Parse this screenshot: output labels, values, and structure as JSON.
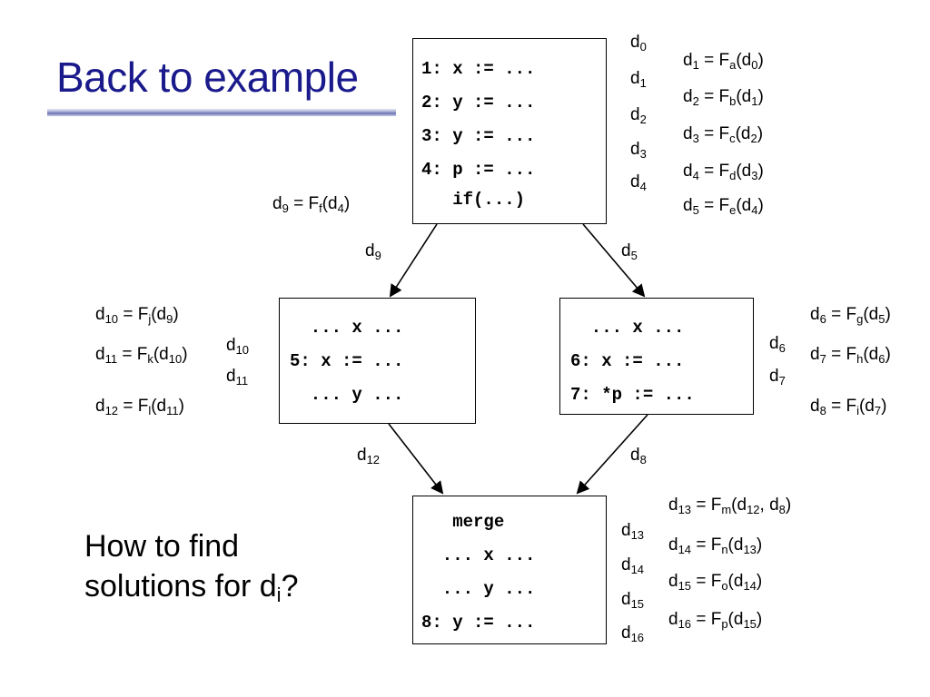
{
  "title": "Back to example",
  "question": {
    "line1": "How to find",
    "line2_prefix": "solutions for d",
    "line2_sub": "i",
    "line2_suffix": "?"
  },
  "blocks": {
    "top": [
      "1: x := ...",
      "2: y := ...",
      "3: y := ...",
      "4: p := ...",
      "   if(...)"
    ],
    "left": [
      "  ... x ...",
      "5: x := ...",
      "  ... y ..."
    ],
    "right": [
      "  ... x ...",
      "6: x := ...",
      "7: *p := ..."
    ],
    "bottom": [
      "   merge",
      "  ... x ...",
      "  ... y ...",
      "8: y := ..."
    ]
  },
  "d_labels": {
    "d0": "0",
    "d1": "1",
    "d2": "2",
    "d3": "3",
    "d4": "4",
    "d5": "5",
    "d6": "6",
    "d7": "7",
    "d8": "8",
    "d9": "9",
    "d10": "10",
    "d11": "11",
    "d12": "12",
    "d13": "13",
    "d14": "14",
    "d15": "15",
    "d16": "16"
  },
  "equations": [
    {
      "lhs": "1",
      "f": "a",
      "args": [
        "0"
      ]
    },
    {
      "lhs": "2",
      "f": "b",
      "args": [
        "1"
      ]
    },
    {
      "lhs": "3",
      "f": "c",
      "args": [
        "2"
      ]
    },
    {
      "lhs": "4",
      "f": "d",
      "args": [
        "3"
      ]
    },
    {
      "lhs": "5",
      "f": "e",
      "args": [
        "4"
      ]
    },
    {
      "lhs": "9",
      "f": "f",
      "args": [
        "4"
      ]
    },
    {
      "lhs": "10",
      "f": "j",
      "args": [
        "9"
      ]
    },
    {
      "lhs": "11",
      "f": "k",
      "args": [
        "10"
      ]
    },
    {
      "lhs": "12",
      "f": "l",
      "args": [
        "11"
      ]
    },
    {
      "lhs": "6",
      "f": "g",
      "args": [
        "5"
      ]
    },
    {
      "lhs": "7",
      "f": "h",
      "args": [
        "6"
      ]
    },
    {
      "lhs": "8",
      "f": "i",
      "args": [
        "7"
      ]
    },
    {
      "lhs": "13",
      "f": "m",
      "args": [
        "12",
        "8"
      ]
    },
    {
      "lhs": "14",
      "f": "n",
      "args": [
        "13"
      ]
    },
    {
      "lhs": "15",
      "f": "o",
      "args": [
        "14"
      ]
    },
    {
      "lhs": "16",
      "f": "p",
      "args": [
        "15"
      ]
    }
  ]
}
